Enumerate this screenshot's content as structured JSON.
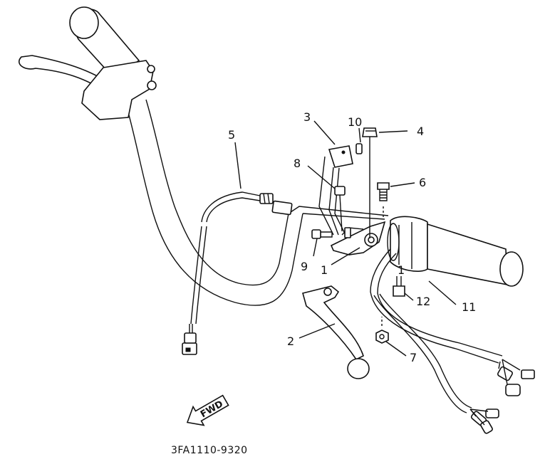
{
  "diagram": {
    "callouts": [
      {
        "id": "1a",
        "text": "1"
      },
      {
        "id": "1b",
        "text": "1"
      },
      {
        "id": "2",
        "text": "2"
      },
      {
        "id": "3",
        "text": "3"
      },
      {
        "id": "4",
        "text": "4"
      },
      {
        "id": "5",
        "text": "5"
      },
      {
        "id": "6",
        "text": "6"
      },
      {
        "id": "7",
        "text": "7"
      },
      {
        "id": "8",
        "text": "8"
      },
      {
        "id": "9",
        "text": "9"
      },
      {
        "id": "10",
        "text": "10"
      },
      {
        "id": "11",
        "text": "11"
      },
      {
        "id": "12",
        "text": "12"
      }
    ],
    "fwd_label": "FWD",
    "part_number": "3FA1110-9320"
  }
}
